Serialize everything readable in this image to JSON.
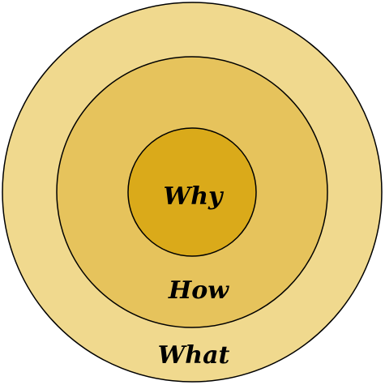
{
  "diagram": {
    "outer_ring": {
      "label": "What",
      "color": "#F0D98E"
    },
    "middle_ring": {
      "label": "How",
      "color": "#E6C35C"
    },
    "inner_circle": {
      "label": "Why",
      "color": "#DAAA1A"
    },
    "stroke_color": "#000000",
    "background": "#FFFFFF"
  }
}
